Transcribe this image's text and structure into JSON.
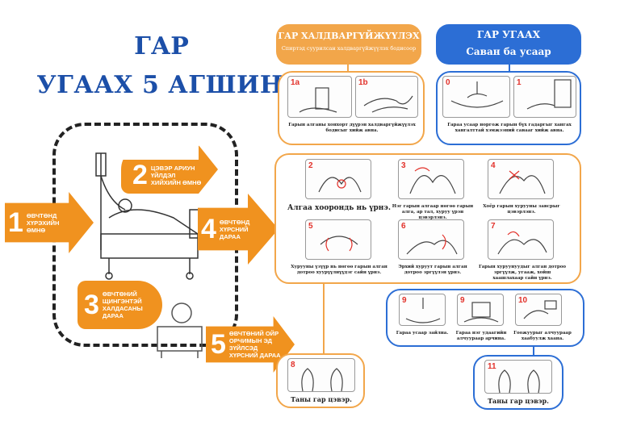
{
  "title": {
    "line1": "ГАР",
    "line2": "УГААХ 5 АГШИН"
  },
  "moments": [
    {
      "num": "1",
      "text": "ӨВЧТӨНД ХҮРЭХИЙН ӨМНӨ"
    },
    {
      "num": "2",
      "text": "ЦЭВЭР АРИУН ҮЙЛДЭЛ ХИЙХИЙН ӨМНӨ"
    },
    {
      "num": "3",
      "text": "ӨВЧТӨНИЙ ЩИНГЭНТЭЙ ХАЛДАСАНЫ ДАРАА"
    },
    {
      "num": "4",
      "text": "ӨВЧТӨНД ХҮРСНИЙ ДАРАА"
    },
    {
      "num": "5",
      "text": "ӨВЧТӨНИЙ ОЙР ОРЧИМЫН ЭД ЗҮЙЛСЭД ХҮРСНИЙ ДАРАА"
    }
  ],
  "header_left": {
    "title": "ГАР ХАЛДВАРГҮЙЖҮҮЛЭХ",
    "subtitle": "Спиртэд суурилсан халдваргүйжүүлэх бодисоор"
  },
  "header_right": {
    "title": "ГАР УГААХ",
    "subtitle": "Саван ба усаар"
  },
  "steps": {
    "s1a": "1a",
    "s1b": "1b",
    "s1_caption": "Гарын алганы хонхорт дүүрэн халдваргүйжүүлэх бодисыг хийж авна.",
    "s0": "0",
    "s1": "1",
    "s01_caption": "Гараа усаар норгож гарын бүх гадаргыг хангах хангалттай хэмжээний савааг хийж авна.",
    "s2": "2",
    "s2_caption": "Алгаа хоорондь нь үрнэ.",
    "s3": "3",
    "s3_caption": "Нэг гарын алгаар нөгөө гарын алга, ар тал, хуруу үрэн цэвэрлэнэ.",
    "s4": "4",
    "s4_caption": "Хоёр гарын хурууны завсрыг цэвэрлэнэ.",
    "s5": "5",
    "s5_caption": "Хурууны үзүүр нь нөгөө гарын алган дотроо хуурүүлнүүдэг сайн үрнэ.",
    "s6": "6",
    "s6_caption": "Эрхий хуруут гарын алган дотроо эргүүлэн үрнэ.",
    "s7": "7",
    "s7_caption": "Гарын хуруунуудыг алган дотроо эргүүлж, угааж, хойш хаашлахаар сайн үрнэ.",
    "s9": "9",
    "s9_caption": "Гараа усаар зайлна.",
    "s10": "9",
    "s10_caption": "Гараа нэг удаагийн алчуураар арчина.",
    "s11": "10",
    "s11_caption": "Гоожуурыг алчуураар хаабуулж хаана.",
    "s8": "8",
    "s8_caption": "Таны гар цэвэр.",
    "s12": "11",
    "s12_caption": "Таны гар цэвэр."
  },
  "colors": {
    "orange": "#f0921f",
    "blue": "#2c6ed5",
    "title_blue": "#1c4fa8",
    "step_red": "#e2312a"
  }
}
